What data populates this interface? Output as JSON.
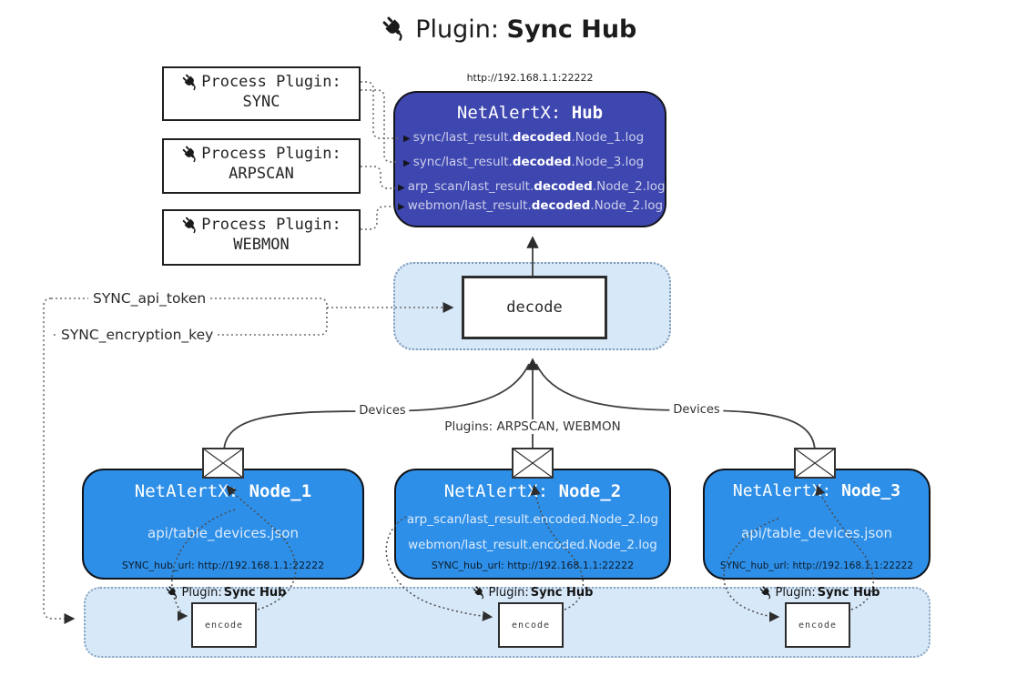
{
  "title": {
    "prefix": "Plugin:",
    "name": "Sync Hub"
  },
  "hub": {
    "url": "http://192.168.1.1:22222",
    "title_prefix": "NetAlertX:",
    "title_name": "Hub",
    "lines": [
      {
        "pre": "sync/last_result.",
        "bold": "decoded",
        "post": ".Node_1.log"
      },
      {
        "pre": "sync/last_result.",
        "bold": "decoded",
        "post": ".Node_3.log"
      },
      {
        "pre": "arp_scan/last_result.",
        "bold": "decoded",
        "post": ".Node_2.log"
      },
      {
        "pre": "webmon/last_result.",
        "bold": "decoded",
        "post": ".Node_2.log"
      }
    ]
  },
  "process_plugins": [
    {
      "label": "Process Plugin:",
      "name": "SYNC"
    },
    {
      "label": "Process Plugin:",
      "name": "ARPSCAN"
    },
    {
      "label": "Process Plugin:",
      "name": "WEBMON"
    }
  ],
  "decode": {
    "label": "decode"
  },
  "keys": {
    "api_token": "SYNC_api_token",
    "encryption_key": "SYNC_encryption_key"
  },
  "edges": {
    "devices_left": "Devices",
    "devices_right": "Devices",
    "plugins_mid": "Plugins: ARPSCAN, WEBMON"
  },
  "nodes": [
    {
      "title_prefix": "NetAlertX:",
      "title_name": "Node_1",
      "files": [
        "api/table_devices.json"
      ],
      "hub_url": "SYNC_hub_url: http://192.168.1.1:22222"
    },
    {
      "title_prefix": "NetAlertX:",
      "title_name": "Node_2",
      "files": [
        "arp_scan/last_result.encoded.Node_2.log",
        "webmon/last_result.encoded.Node_2.log"
      ],
      "hub_url": "SYNC_hub_url: http://192.168.1.1:22222"
    },
    {
      "title_prefix": "NetAlertX:",
      "title_name": "Node_3",
      "files": [
        "api/table_devices.json"
      ],
      "hub_url": "SYNC_hub_url: http://192.168.1.1:22222"
    }
  ],
  "encoders": [
    {
      "label_prefix": "Plugin:",
      "label_name": "Sync Hub",
      "box_label": "encode"
    },
    {
      "label_prefix": "Plugin:",
      "label_name": "Sync Hub",
      "box_label": "encode"
    },
    {
      "label_prefix": "Plugin:",
      "label_name": "Sync Hub",
      "box_label": "encode"
    }
  ],
  "icons": {
    "plugin": "plug-icon",
    "message": "envelope-icon"
  },
  "colors": {
    "hub_fill": "#3e47b0",
    "node_fill": "#2e8fe8",
    "panel_fill": "#d7e8f9",
    "line": "#3f3f3f",
    "hub_text": "#ccceea",
    "url_text": "#0d1b29"
  }
}
